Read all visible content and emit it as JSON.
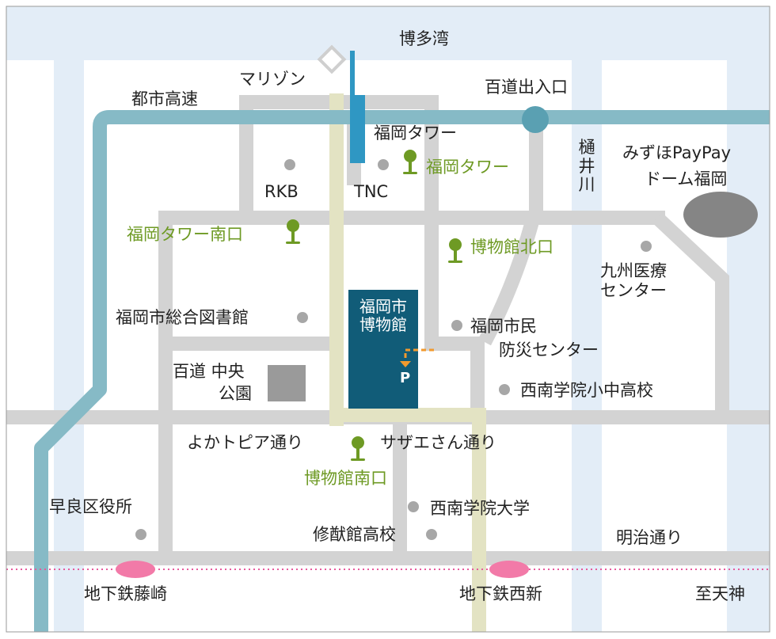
{
  "sea": {
    "label": "博多湾"
  },
  "expressway": {
    "label": "都市高速",
    "ramp": "百道出入口"
  },
  "river": {
    "label": "樋井川",
    "chars": [
      "樋",
      "井",
      "川"
    ]
  },
  "streets": {
    "yokatopia": "よかトピア通り",
    "sazae": "サザエさん通り",
    "meiji": "明治通り"
  },
  "landmarks": {
    "marizon": "マリゾン",
    "fukuoka_tower": "福岡タワー",
    "rkb": "RKB",
    "tnc": "TNC",
    "dome": [
      "みずほPayPay",
      "ドーム福岡"
    ],
    "kyushu_medical": [
      "九州医療",
      "センター"
    ],
    "library": "福岡市総合図書館",
    "disaster_center": [
      "福岡市民",
      "防災センター"
    ],
    "seinan_school": "西南学院小中高校",
    "park": [
      "百道 中央",
      "公園"
    ],
    "sawara_ward": "早良区役所",
    "seinan_univ": "西南学院大学",
    "shuyukan": "修猷館高校"
  },
  "museum": {
    "lines": [
      "福岡市",
      "博物館"
    ],
    "parking": "P"
  },
  "bus_stops": {
    "tower": "福岡タワー",
    "tower_south": "福岡タワー南口",
    "museum_north": "博物館北口",
    "museum_south": "博物館南口"
  },
  "subway": {
    "fujisaki": "地下鉄藤崎",
    "nishijin": "地下鉄西新",
    "tenjin": "至天神"
  },
  "colors": {
    "sea": "#e3edf7",
    "road": "#d3d3d3",
    "expressway": "#86bac6",
    "main_route": "#e3e3c3",
    "museum": "#115c78",
    "bus_stop": "#6e9a24",
    "subway_station": "#f27aa8",
    "subway_line": "#e75a9c",
    "parking_arrow": "#f29a2e",
    "place_dot": "#a7a7a7",
    "dome": "#858585",
    "park": "#9a9a9a",
    "pier": "#2f97c3"
  },
  "icons": {
    "bus_stop": "bus-stop-icon",
    "place": "place-dot-icon",
    "station": "subway-station-icon",
    "parking": "parking-arrow-icon"
  }
}
